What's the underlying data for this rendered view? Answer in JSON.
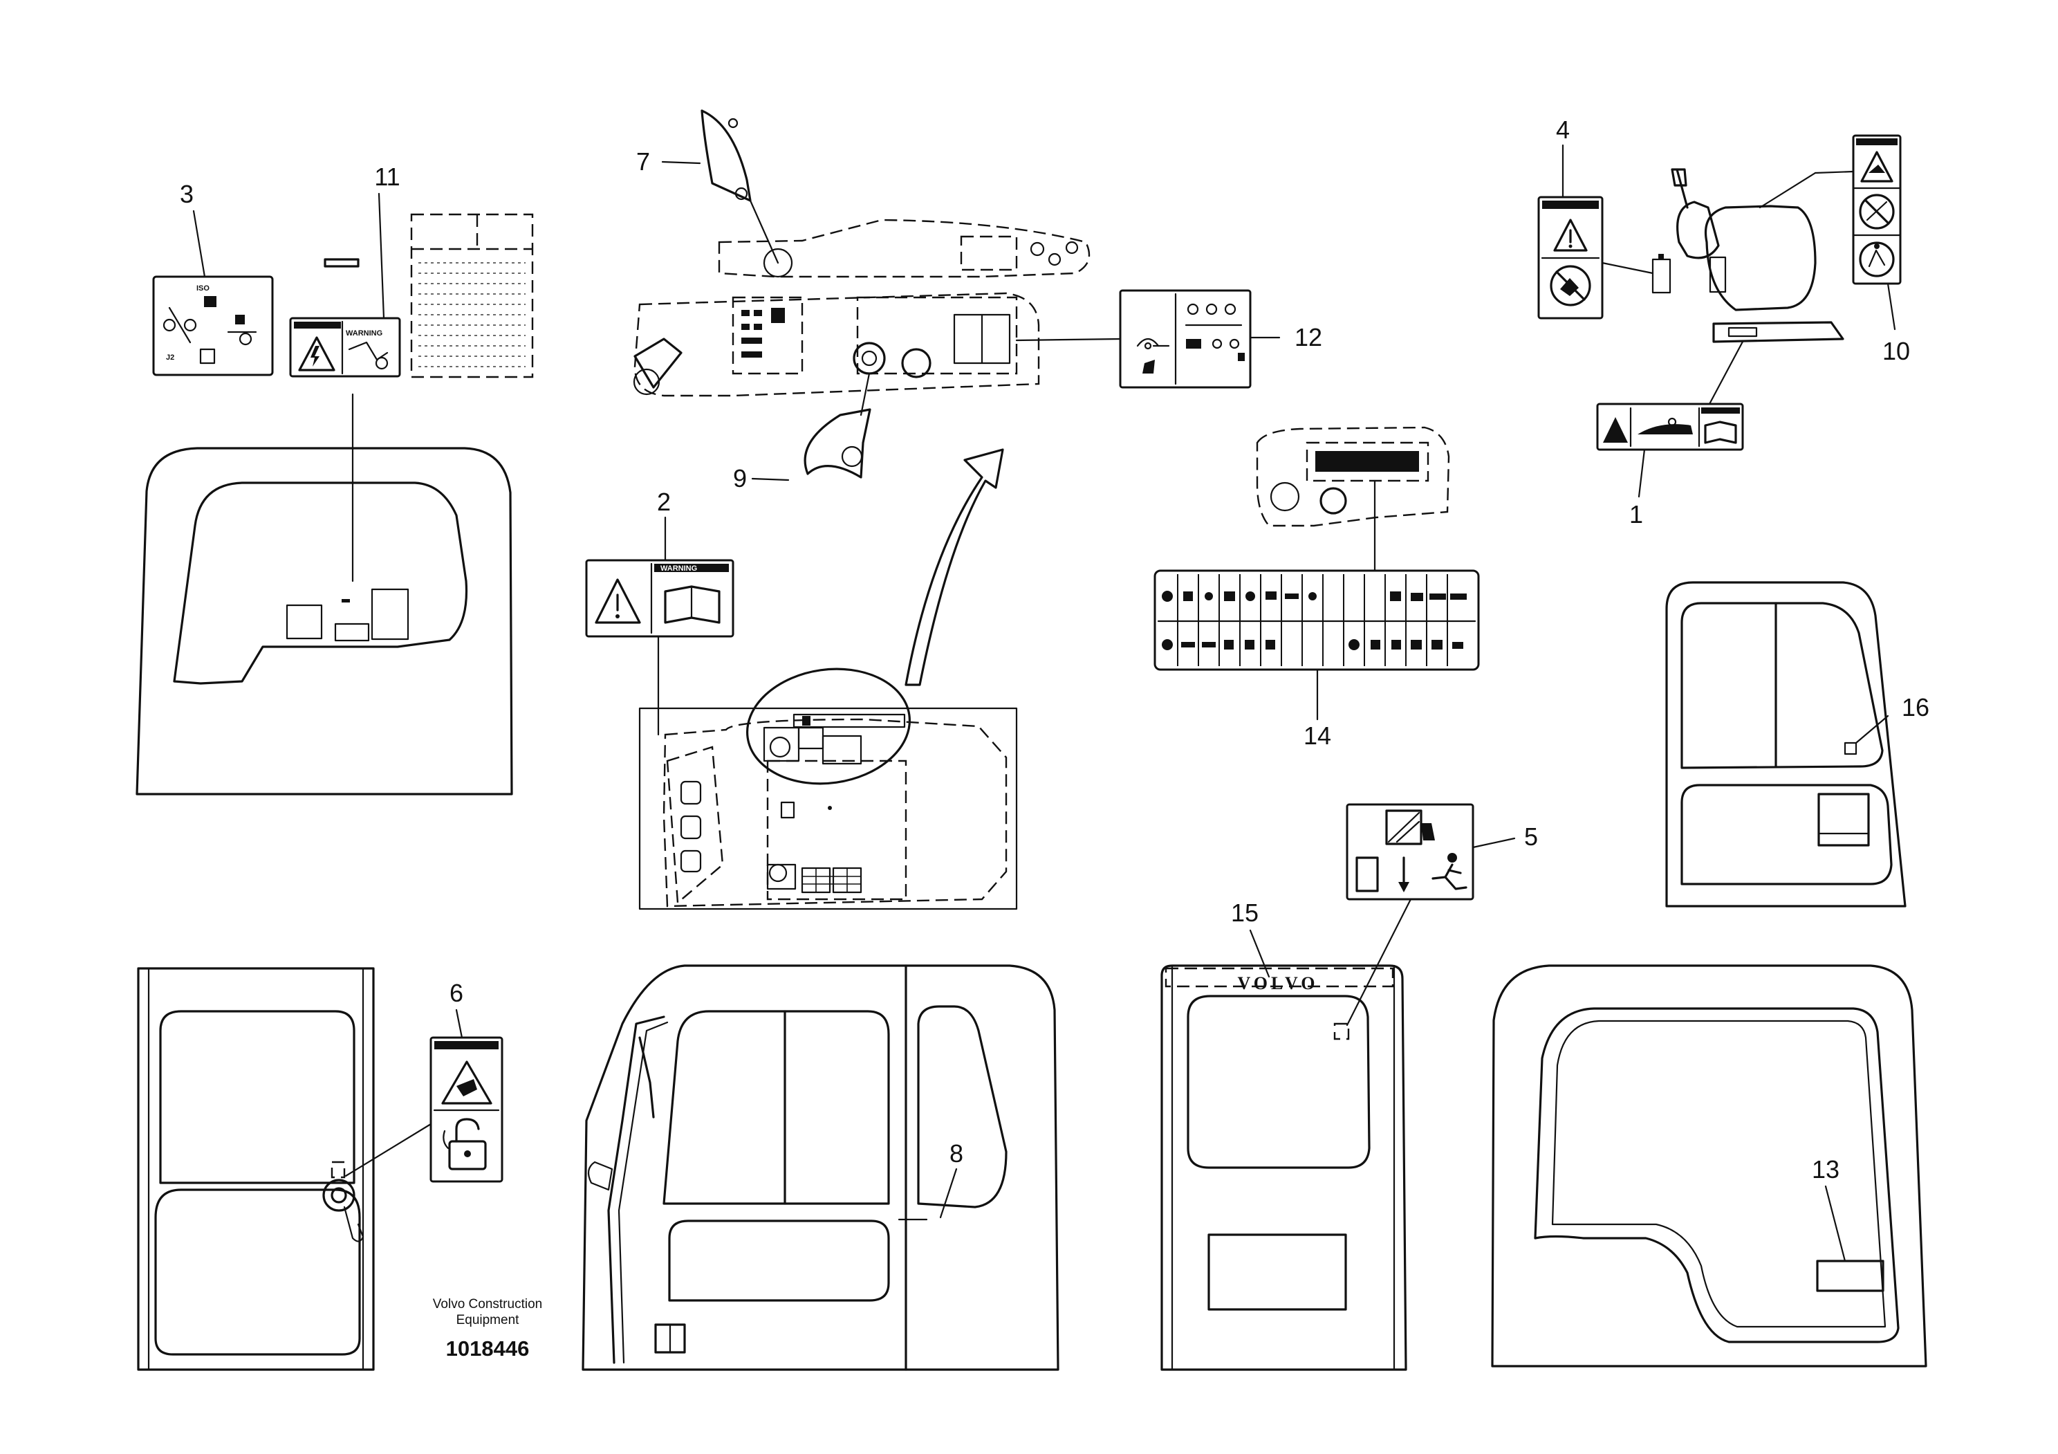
{
  "callouts": [
    "1",
    "2",
    "3",
    "4",
    "5",
    "6",
    "7",
    "8",
    "9",
    "10",
    "11",
    "12",
    "13",
    "14",
    "15",
    "16"
  ],
  "brand_plate": "VOLVO",
  "label_heading": "WARNING",
  "footer": {
    "company_line1": "Volvo Construction",
    "company_line2": "Equipment",
    "part_number": "1018446"
  }
}
